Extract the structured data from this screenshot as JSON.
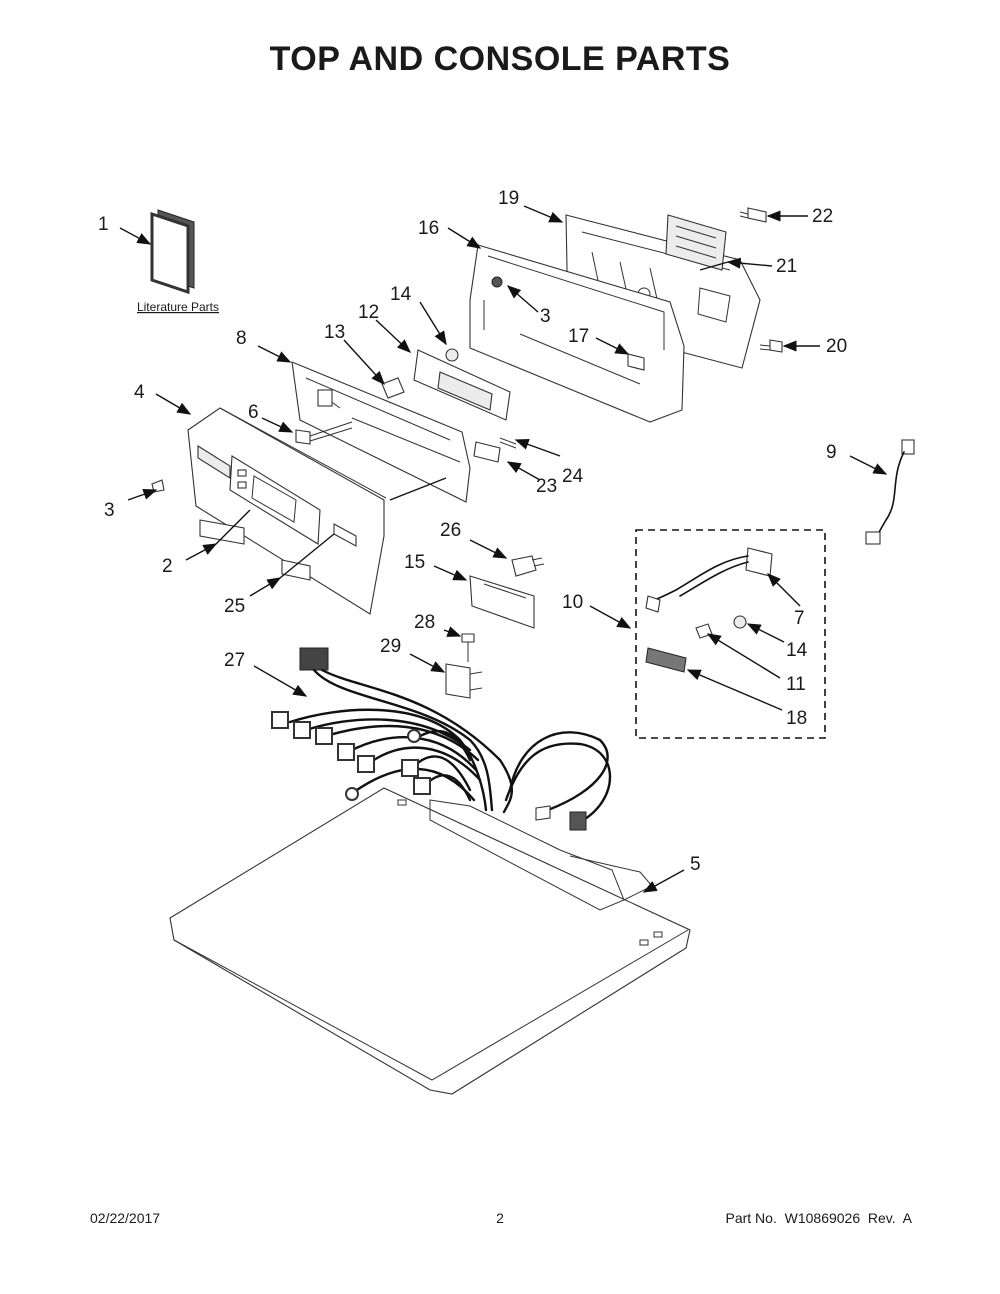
{
  "title": "TOP AND CONSOLE PARTS",
  "literature_label": "Literature Parts",
  "callouts": {
    "c1": "1",
    "c2": "2",
    "c3a": "3",
    "c3b": "3",
    "c4": "4",
    "c5": "5",
    "c6": "6",
    "c7": "7",
    "c8": "8",
    "c9": "9",
    "c10": "10",
    "c11": "11",
    "c12": "12",
    "c13": "13",
    "c14a": "14",
    "c14b": "14",
    "c15": "15",
    "c16": "16",
    "c17": "17",
    "c18": "18",
    "c19": "19",
    "c20": "20",
    "c21": "21",
    "c22": "22",
    "c23": "23",
    "c24": "24",
    "c25": "25",
    "c26": "26",
    "c27": "27",
    "c28": "28",
    "c29": "29"
  },
  "footer": {
    "date": "02/22/2017",
    "page": "2",
    "part_no": "Part No.  W10869026  Rev.  A"
  }
}
